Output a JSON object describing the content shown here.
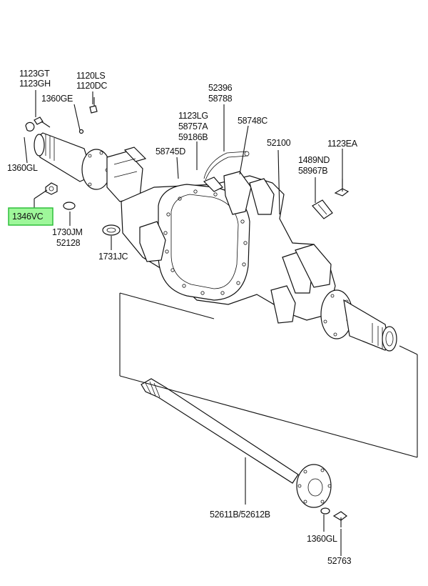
{
  "diagram": {
    "highlighted_label": "1346VC",
    "labels": {
      "l1123gt": "1123GT",
      "l1123gh": "1123GH",
      "l1120ls": "1120LS",
      "l1120dc": "1120DC",
      "l1360ge": "1360GE",
      "l1360gl_top": "1360GL",
      "l1346vc": "1346VC",
      "l1730jm": "1730JM",
      "l52128": "52128",
      "l1731jc": "1731JC",
      "l52396": "52396",
      "l58788": "58788",
      "l1123lg": "1123LG",
      "l58757a": "58757A",
      "l59186b": "59186B",
      "l58745d": "58745D",
      "l58748c": "58748C",
      "l52100": "52100",
      "l1123ea": "1123EA",
      "l1489nd": "1489ND",
      "l58967b": "58967B",
      "l52611b": "52611B/52612B",
      "l1360gl_bot": "1360GL",
      "l52763": "52763"
    },
    "colors": {
      "highlight_fill": "#9ef79a",
      "highlight_border": "#2fbf3a",
      "line": "#111111"
    }
  }
}
